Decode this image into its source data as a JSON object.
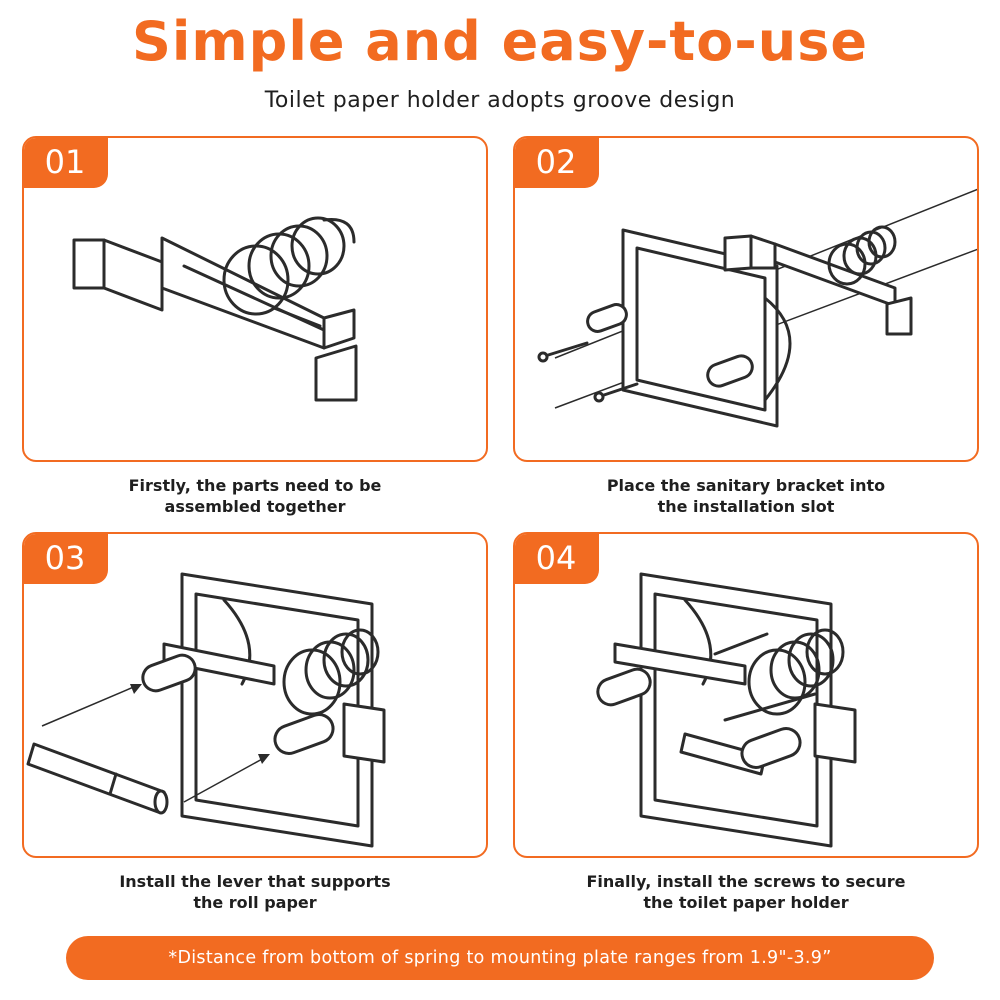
{
  "header": {
    "title": "Simple and easy-to-use",
    "subtitle": "Toilet paper holder adopts groove design"
  },
  "steps": [
    {
      "number": "01",
      "caption_line1": "Firstly, the parts need to be",
      "caption_line2": "assembled together",
      "illustration_icon": "spring-bracket-parts-icon"
    },
    {
      "number": "02",
      "caption_line1": "Place the sanitary bracket into",
      "caption_line2": "the installation slot",
      "illustration_icon": "bracket-into-slot-icon"
    },
    {
      "number": "03",
      "caption_line1": "Install the lever that supports",
      "caption_line2": "the roll paper",
      "illustration_icon": "install-lever-icon"
    },
    {
      "number": "04",
      "caption_line1": "Finally, install the screws to secure",
      "caption_line2": "the toilet paper holder",
      "illustration_icon": "secure-screws-icon"
    }
  ],
  "footer": {
    "note": "*Distance from bottom of spring to mounting plate ranges from 1.9\"-3.9”"
  },
  "colors": {
    "accent": "#f26b21",
    "text": "#1f1f1f",
    "line_art": "#2b2b2b"
  }
}
